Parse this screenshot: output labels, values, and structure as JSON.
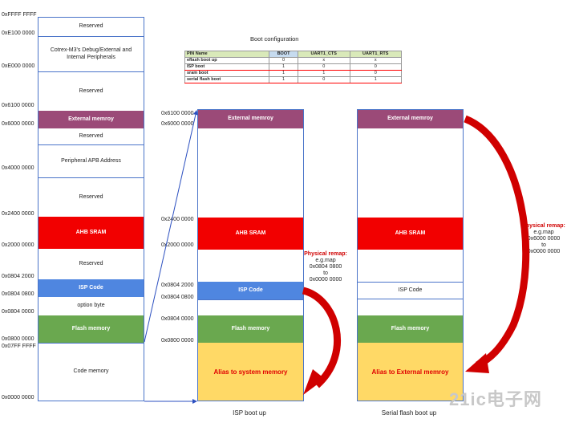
{
  "table": {
    "title": "Boot configuration",
    "headers": [
      "PIN Name",
      "BOOT",
      "UART1_CTS",
      "UART1_RTS"
    ],
    "rows": [
      [
        "eflash boot up",
        "0",
        "x",
        "x"
      ],
      [
        "ISP boot",
        "1",
        "0",
        "0"
      ],
      [
        "sram boot",
        "1",
        "1",
        "0"
      ],
      [
        "serial flash boot",
        "1",
        "0",
        "1"
      ]
    ]
  },
  "left": {
    "addresses": [
      "0xFFFF FFFF",
      "0xE100 0000",
      "0xE000 0000",
      "0x6100 0000",
      "0x6000 0000",
      "0x4000 0000",
      "0x2400 0000",
      "0x2000 0000",
      "0x0804 2000",
      "0x0804 0800",
      "0x0804 0000",
      "0x0800 0000",
      "0x07FF FFFF",
      "0x0000 0000"
    ],
    "reserved1": "Reserved",
    "cortex": "Cotrex-M3's Debug/External and Internal Peripherals",
    "reserved2": "Reserved",
    "ext_mem": "External memroy",
    "reserved3": "Reserved",
    "apb": "Peripheral APB Address",
    "reserved4": "Reserved",
    "ahb": "AHB SRAM",
    "reserved5": "Reserved",
    "isp": "ISP Code",
    "option": "option byte",
    "flash": "Flash memory",
    "code": "Code memory"
  },
  "mid": {
    "addresses": [
      "0x6100 0000",
      "0x6000 0000",
      "0x2400 0000",
      "0x2000 0000",
      "0x0804 2000",
      "0x0804 0800",
      "0x0804 0000",
      "0x0800 0000"
    ],
    "ext_mem": "External memroy",
    "ahb": "AHB SRAM",
    "isp": "ISP Code",
    "flash": "Flash memory",
    "alias": "Alias to system memory",
    "caption": "ISP boot up",
    "remap_title": "Physical remap:",
    "remap_lines": [
      "e.g.map",
      "0x0804 0800",
      "to",
      "0x0000 0000"
    ]
  },
  "right": {
    "ext_mem": "External memroy",
    "ahb": "AHB SRAM",
    "isp": "ISP Code",
    "flash": "Flash memory",
    "alias": "Alias to External memroy",
    "caption": "Serial flash boot up",
    "remap_title": "Physical remap:",
    "remap_lines": [
      "e.g.map",
      "0x6000 0000",
      "to",
      "0x0000 0000"
    ]
  },
  "watermark": "21ic电子网",
  "colors": {
    "purple": "#9b4a78",
    "red": "#f20000",
    "blue": "#4f86e0",
    "green": "#6aa84f",
    "yellow": "#ffd966",
    "arrow": "#d00000",
    "border": "#4a74c9"
  }
}
